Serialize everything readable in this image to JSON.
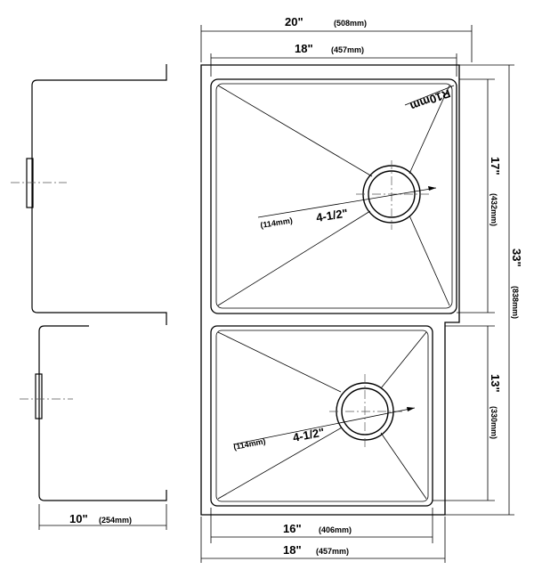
{
  "dimensions": {
    "top_width": {
      "value": "20\"",
      "metric": "(508mm)"
    },
    "top_inner": {
      "value": "18\"",
      "metric": "(457mm)"
    },
    "right_upper": {
      "value": "17\"",
      "metric": "(432mm)"
    },
    "right_total": {
      "value": "33\"",
      "metric": "(838mm)"
    },
    "right_lower": {
      "value": "13\"",
      "metric": "(330mm)"
    },
    "bottom_inner": {
      "value": "16\"",
      "metric": "(406mm)"
    },
    "bottom_total": {
      "value": "18\"",
      "metric": "(457mm)"
    },
    "depth": {
      "value": "10\"",
      "metric": "(254mm)"
    }
  },
  "upper_bowl": {
    "radius_label": "R10mm",
    "drain_label": "4-1/2\"",
    "drain_metric": "(114mm)"
  },
  "lower_bowl": {
    "drain_label": "4-1/2\"",
    "drain_metric": "(114mm)"
  }
}
